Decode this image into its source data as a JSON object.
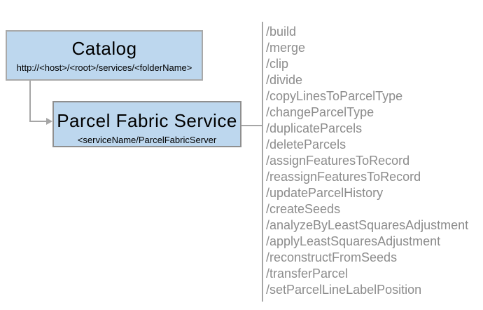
{
  "catalog_box": {
    "title": "Catalog",
    "subtitle": "http://<host>/<root>/services/<folderName>"
  },
  "service_box": {
    "title": "Parcel Fabric Service",
    "subtitle": "<serviceName/ParcelFabricServer"
  },
  "endpoints": [
    "/build",
    "/merge",
    "/clip",
    "/divide",
    "/copyLinesToParcelType",
    "/changeParcelType",
    "/duplicateParcels",
    "/deleteParcels",
    "/assignFeaturesToRecord",
    "/reassignFeaturesToRecord",
    "/updateParcelHistory",
    "/createSeeds",
    "/analyzeByLeastSquaresAdjustment",
    "/applyLeastSquaresAdjustment",
    "/reconstructFromSeeds",
    "/transferParcel",
    "/setParcelLineLabelPosition"
  ],
  "colors": {
    "background": "#ffffff",
    "box_fill": "#bdd7ee",
    "catalog_border": "#a9a9a9",
    "service_border": "#8f8f8f",
    "connector": "#a6a6a6",
    "box_text": "#000000",
    "endpoint_text": "#8c8c8c"
  }
}
